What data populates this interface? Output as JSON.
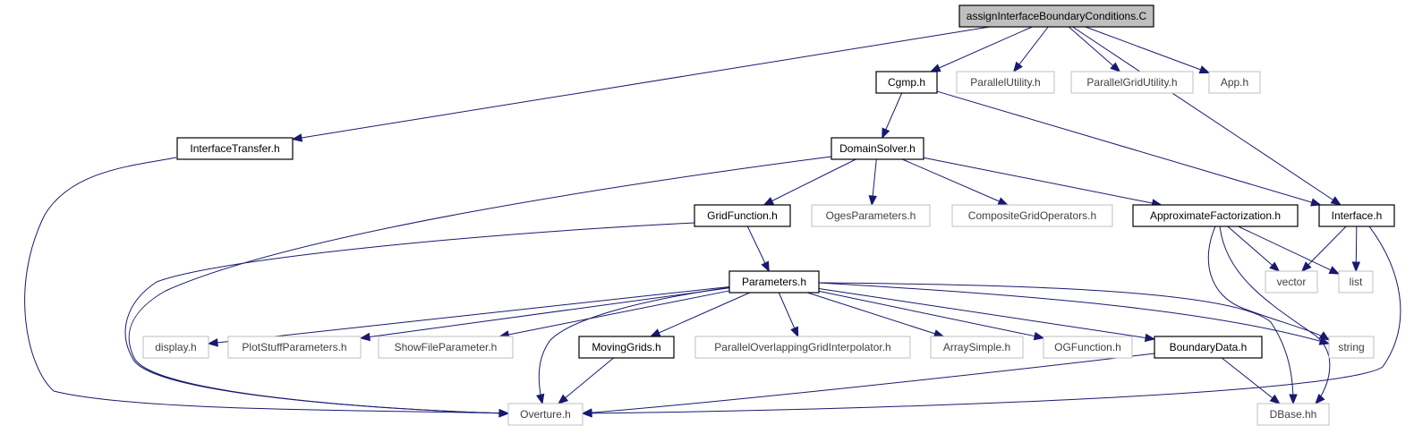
{
  "diagram": {
    "type": "include-dependency-graph",
    "colors": {
      "edge": "#191970",
      "root_fill": "#bfbfbf",
      "external_border": "#bfbfbf",
      "linked_border": "#000000"
    },
    "nodes": [
      {
        "id": "root",
        "label": "assignInterfaceBoundaryConditions.C",
        "kind": "root"
      },
      {
        "id": "cgmp",
        "label": "Cgmp.h",
        "kind": "linked"
      },
      {
        "id": "parutil",
        "label": "ParallelUtility.h",
        "kind": "external"
      },
      {
        "id": "pargrid",
        "label": "ParallelGridUtility.h",
        "kind": "external"
      },
      {
        "id": "app",
        "label": "App.h",
        "kind": "external"
      },
      {
        "id": "itrans",
        "label": "InterfaceTransfer.h",
        "kind": "linked"
      },
      {
        "id": "domain",
        "label": "DomainSolver.h",
        "kind": "linked"
      },
      {
        "id": "gridfunc",
        "label": "GridFunction.h",
        "kind": "linked"
      },
      {
        "id": "oges",
        "label": "OgesParameters.h",
        "kind": "external"
      },
      {
        "id": "compgrid",
        "label": "CompositeGridOperators.h",
        "kind": "external"
      },
      {
        "id": "approx",
        "label": "ApproximateFactorization.h",
        "kind": "linked"
      },
      {
        "id": "interface",
        "label": "Interface.h",
        "kind": "linked"
      },
      {
        "id": "params",
        "label": "Parameters.h",
        "kind": "linked"
      },
      {
        "id": "vector",
        "label": "vector",
        "kind": "external"
      },
      {
        "id": "list",
        "label": "list",
        "kind": "external"
      },
      {
        "id": "display",
        "label": "display.h",
        "kind": "external"
      },
      {
        "id": "plotstuff",
        "label": "PlotStuffParameters.h",
        "kind": "external"
      },
      {
        "id": "showfile",
        "label": "ShowFileParameter.h",
        "kind": "external"
      },
      {
        "id": "moving",
        "label": "MovingGrids.h",
        "kind": "linked"
      },
      {
        "id": "parover",
        "label": "ParallelOverlappingGridInterpolator.h",
        "kind": "external"
      },
      {
        "id": "arraysimple",
        "label": "ArraySimple.h",
        "kind": "external"
      },
      {
        "id": "ogfunc",
        "label": "OGFunction.h",
        "kind": "external"
      },
      {
        "id": "bdata",
        "label": "BoundaryData.h",
        "kind": "linked"
      },
      {
        "id": "string",
        "label": "string",
        "kind": "external"
      },
      {
        "id": "overture",
        "label": "Overture.h",
        "kind": "external"
      },
      {
        "id": "dbase",
        "label": "DBase.hh",
        "kind": "external"
      }
    ],
    "edges": [
      [
        "root",
        "itrans"
      ],
      [
        "root",
        "cgmp"
      ],
      [
        "root",
        "parutil"
      ],
      [
        "root",
        "pargrid"
      ],
      [
        "root",
        "app"
      ],
      [
        "root",
        "interface"
      ],
      [
        "cgmp",
        "domain"
      ],
      [
        "cgmp",
        "interface"
      ],
      [
        "itrans",
        "overture"
      ],
      [
        "domain",
        "overture"
      ],
      [
        "domain",
        "gridfunc"
      ],
      [
        "domain",
        "oges"
      ],
      [
        "domain",
        "compgrid"
      ],
      [
        "domain",
        "approx"
      ],
      [
        "gridfunc",
        "params"
      ],
      [
        "gridfunc",
        "overture"
      ],
      [
        "approx",
        "vector"
      ],
      [
        "approx",
        "list"
      ],
      [
        "approx",
        "string"
      ],
      [
        "approx",
        "dbase"
      ],
      [
        "interface",
        "vector"
      ],
      [
        "interface",
        "list"
      ],
      [
        "interface",
        "overture"
      ],
      [
        "params",
        "display"
      ],
      [
        "params",
        "plotstuff"
      ],
      [
        "params",
        "showfile"
      ],
      [
        "params",
        "overture"
      ],
      [
        "params",
        "moving"
      ],
      [
        "params",
        "parover"
      ],
      [
        "params",
        "arraysimple"
      ],
      [
        "params",
        "ogfunc"
      ],
      [
        "params",
        "bdata"
      ],
      [
        "params",
        "string"
      ],
      [
        "params",
        "dbase"
      ],
      [
        "moving",
        "overture"
      ],
      [
        "bdata",
        "overture"
      ],
      [
        "bdata",
        "dbase"
      ]
    ]
  }
}
